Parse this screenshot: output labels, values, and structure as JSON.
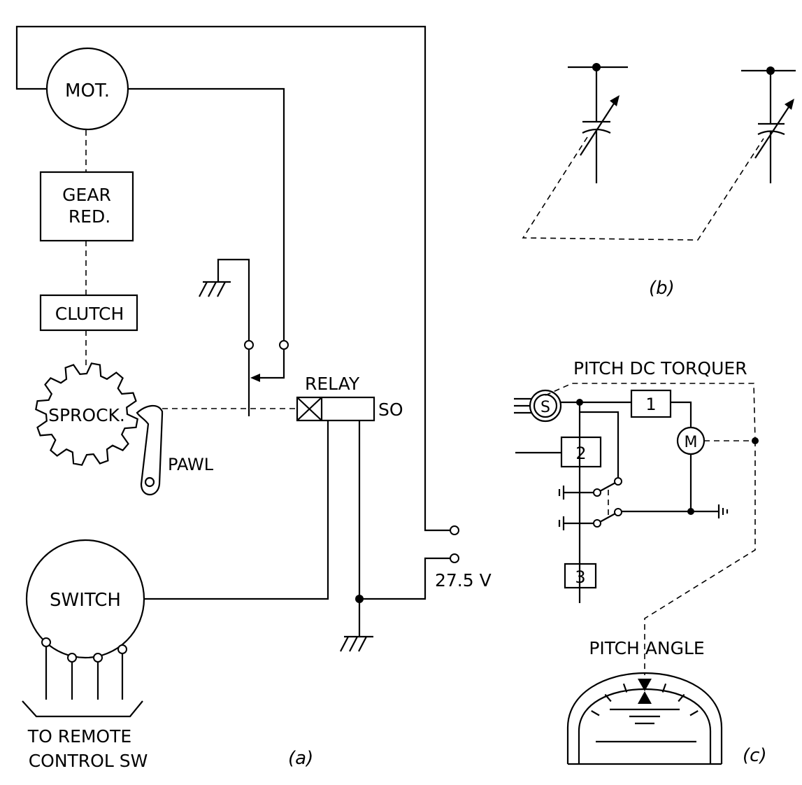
{
  "diagram_a": {
    "motor_label": "MOT.",
    "gear_label_line1": "GEAR",
    "gear_label_line2": "RED.",
    "clutch_label": "CLUTCH",
    "sprocket_label": "SPROCK.",
    "pawl_label": "PAWL",
    "relay_label": "RELAY",
    "so_label": "SO",
    "switch_label": "SWITCH",
    "voltage_label": "27.5 V",
    "remote_line1": "TO REMOTE",
    "remote_line2": "CONTROL SW",
    "caption": "(a)"
  },
  "diagram_b": {
    "caption": "(b)"
  },
  "diagram_c": {
    "torquer_label": "PITCH DC TORQUER",
    "synchro_label": "S",
    "motor_label": "M",
    "box1_label": "1",
    "box2_label": "2",
    "box3_label": "3",
    "angle_label": "PITCH ANGLE",
    "caption": "(c)"
  }
}
